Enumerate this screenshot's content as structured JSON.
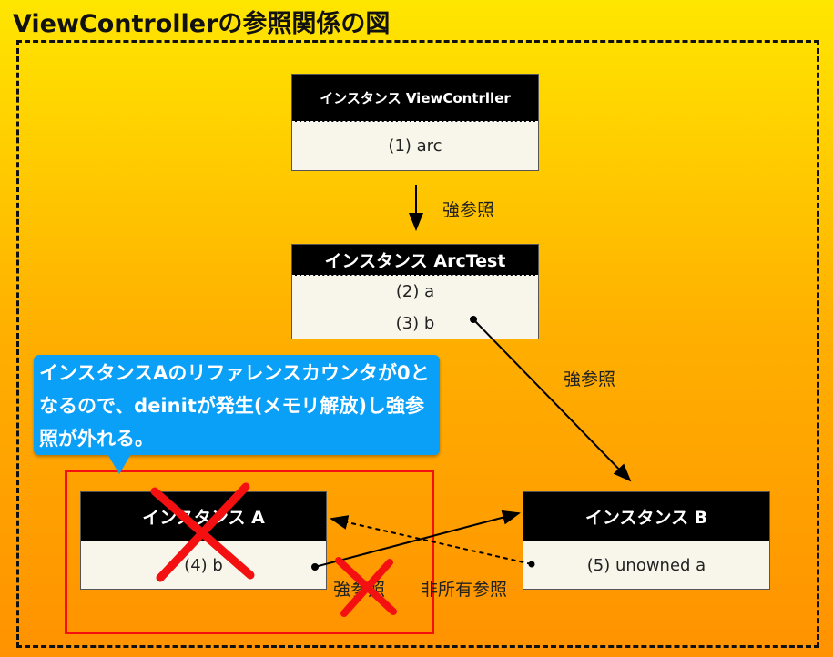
{
  "title": "ViewControllerの参照関係の図",
  "boxes": {
    "vc": {
      "header": "インスタンス ViewContrller",
      "rows": [
        "(1) arc"
      ]
    },
    "arctest": {
      "header": "インスタンス ArcTest",
      "rows": [
        "(2) a",
        "(3) b"
      ]
    },
    "a": {
      "header": "インスタンス A",
      "rows": [
        "(4) b"
      ]
    },
    "b": {
      "header": "インスタンス B",
      "rows": [
        "(5) unowned a"
      ]
    }
  },
  "labels": {
    "vc_to_arc": "強参照",
    "arc_to_b": "強参照",
    "a_to_b": "強参照",
    "b_to_a": "非所有参照"
  },
  "callout": "インスタンスAのリファレンスカウンタが0となるので、deinitが発生(メモリ解放)し強参照が外れる。",
  "colors": {
    "callout": "#0aa0f8",
    "cross": "#f41010",
    "header": "#000000"
  }
}
